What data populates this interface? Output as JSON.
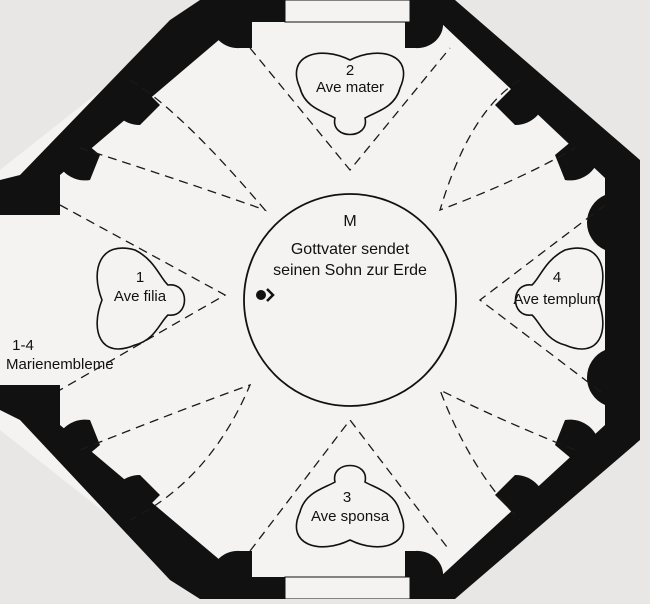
{
  "center": {
    "letter": "M",
    "line1": "Gottvater sendet",
    "line2": "seinen Sohn zur Erde"
  },
  "fields": [
    {
      "number": "1",
      "name": "Ave filia"
    },
    {
      "number": "2",
      "name": "Ave mater"
    },
    {
      "number": "3",
      "name": "Ave sponsa"
    },
    {
      "number": "4",
      "name": "Ave templum"
    }
  ],
  "legend": {
    "range": "1-4",
    "text": "Marienembleme"
  },
  "colors": {
    "paper": "#e9e7e6",
    "plan": "#f4f3f2",
    "wall": "#111111",
    "line": "#1a1a1a"
  },
  "icons": {
    "entrance_marker": "double-chevron-arrow-icon"
  }
}
